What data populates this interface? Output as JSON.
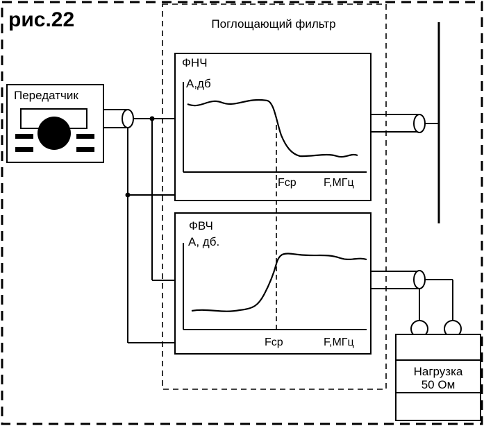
{
  "figure_label": "рис.22",
  "filter_title": "Поглощающий фильтр",
  "transmitter_label": "Передатчик",
  "lpf": {
    "name": "ФНЧ",
    "y_label": "А,дб",
    "fcp_label": "Fcp",
    "x_label": "F,МГц"
  },
  "hpf": {
    "name": "ФВЧ",
    "y_label": "А, дб.",
    "fcp_label": "Fcp",
    "x_label": "F,МГц"
  },
  "load": {
    "line1": "Нагрузка",
    "line2": "50 Ом"
  }
}
